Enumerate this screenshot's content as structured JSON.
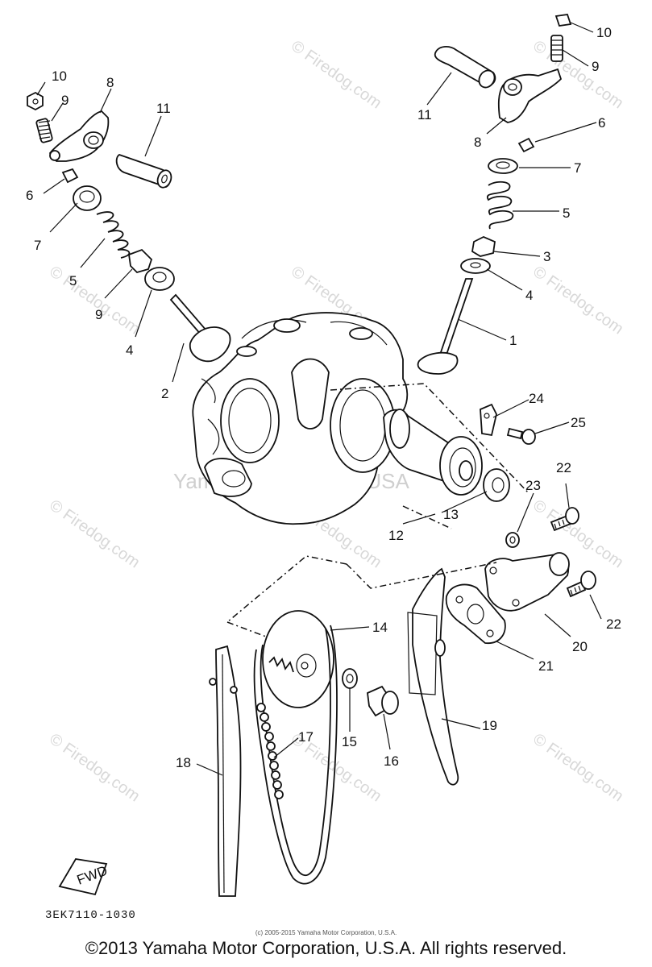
{
  "watermarks": {
    "site": "© Firedog.com",
    "center": "Yamaha Motor Corp.USA"
  },
  "part_labels": {
    "p1": "1",
    "p2": "2",
    "p3": "3",
    "p4a": "4",
    "p4b": "4",
    "p5a": "5",
    "p5b": "5",
    "p6a": "6",
    "p6b": "6",
    "p7a": "7",
    "p7b": "7",
    "p8a": "8",
    "p8b": "8",
    "p9a": "9",
    "p9b": "9",
    "p9c": "9",
    "p10a": "10",
    "p10b": "10",
    "p11a": "11",
    "p11b": "11",
    "p12": "12",
    "p13": "13",
    "p14": "14",
    "p15": "15",
    "p16": "16",
    "p17": "17",
    "p18": "18",
    "p19": "19",
    "p20": "20",
    "p21": "21",
    "p22a": "22",
    "p22b": "22",
    "p23": "23",
    "p24": "24",
    "p25": "25"
  },
  "fwd_label": "FWD",
  "drawing_code": "3EK7110-1030",
  "small_copyright": "(c) 2005-2015 Yamaha Motor Corporation, U.S.A.",
  "copyright": "©2013 Yamaha Motor Corporation, U.S.A. All rights reserved."
}
